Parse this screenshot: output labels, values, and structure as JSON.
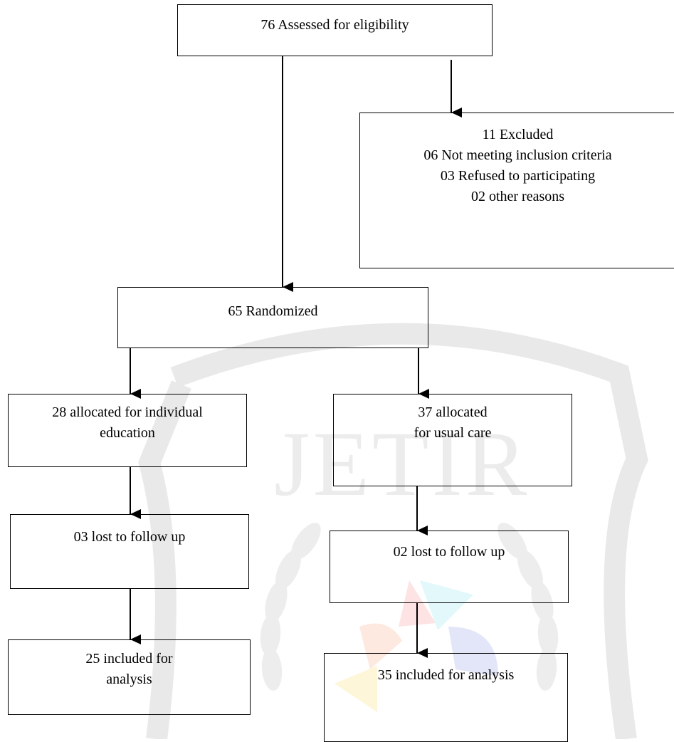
{
  "flowchart": {
    "assessed": {
      "lines": [
        "76 Assessed for eligibility"
      ]
    },
    "excluded": {
      "lines": [
        "11 Excluded",
        "06 Not meeting inclusion criteria",
        "03 Refused to participating",
        "02 other reasons"
      ]
    },
    "randomized": {
      "lines": [
        "65 Randomized"
      ]
    },
    "allocated_individual": {
      "lines": [
        "28 allocated for individual",
        "education"
      ]
    },
    "allocated_usual": {
      "lines": [
        "37 allocated",
        "for usual care"
      ]
    },
    "lost_individual": {
      "lines": [
        "03 lost to follow up"
      ]
    },
    "lost_usual": {
      "lines": [
        "02 lost to follow up"
      ]
    },
    "analysis_individual": {
      "lines": [
        "25 included for",
        "analysis"
      ]
    },
    "analysis_usual": {
      "lines": [
        "35 included for analysis"
      ]
    }
  },
  "colors": {
    "line": "#000000",
    "watermark_gray": "#e9e9e9",
    "watermark_pink": "#fde3e3",
    "watermark_cyan": "#e2f8fb",
    "watermark_blue": "#e3e6f8",
    "watermark_yellow": "#fdf6d8"
  }
}
